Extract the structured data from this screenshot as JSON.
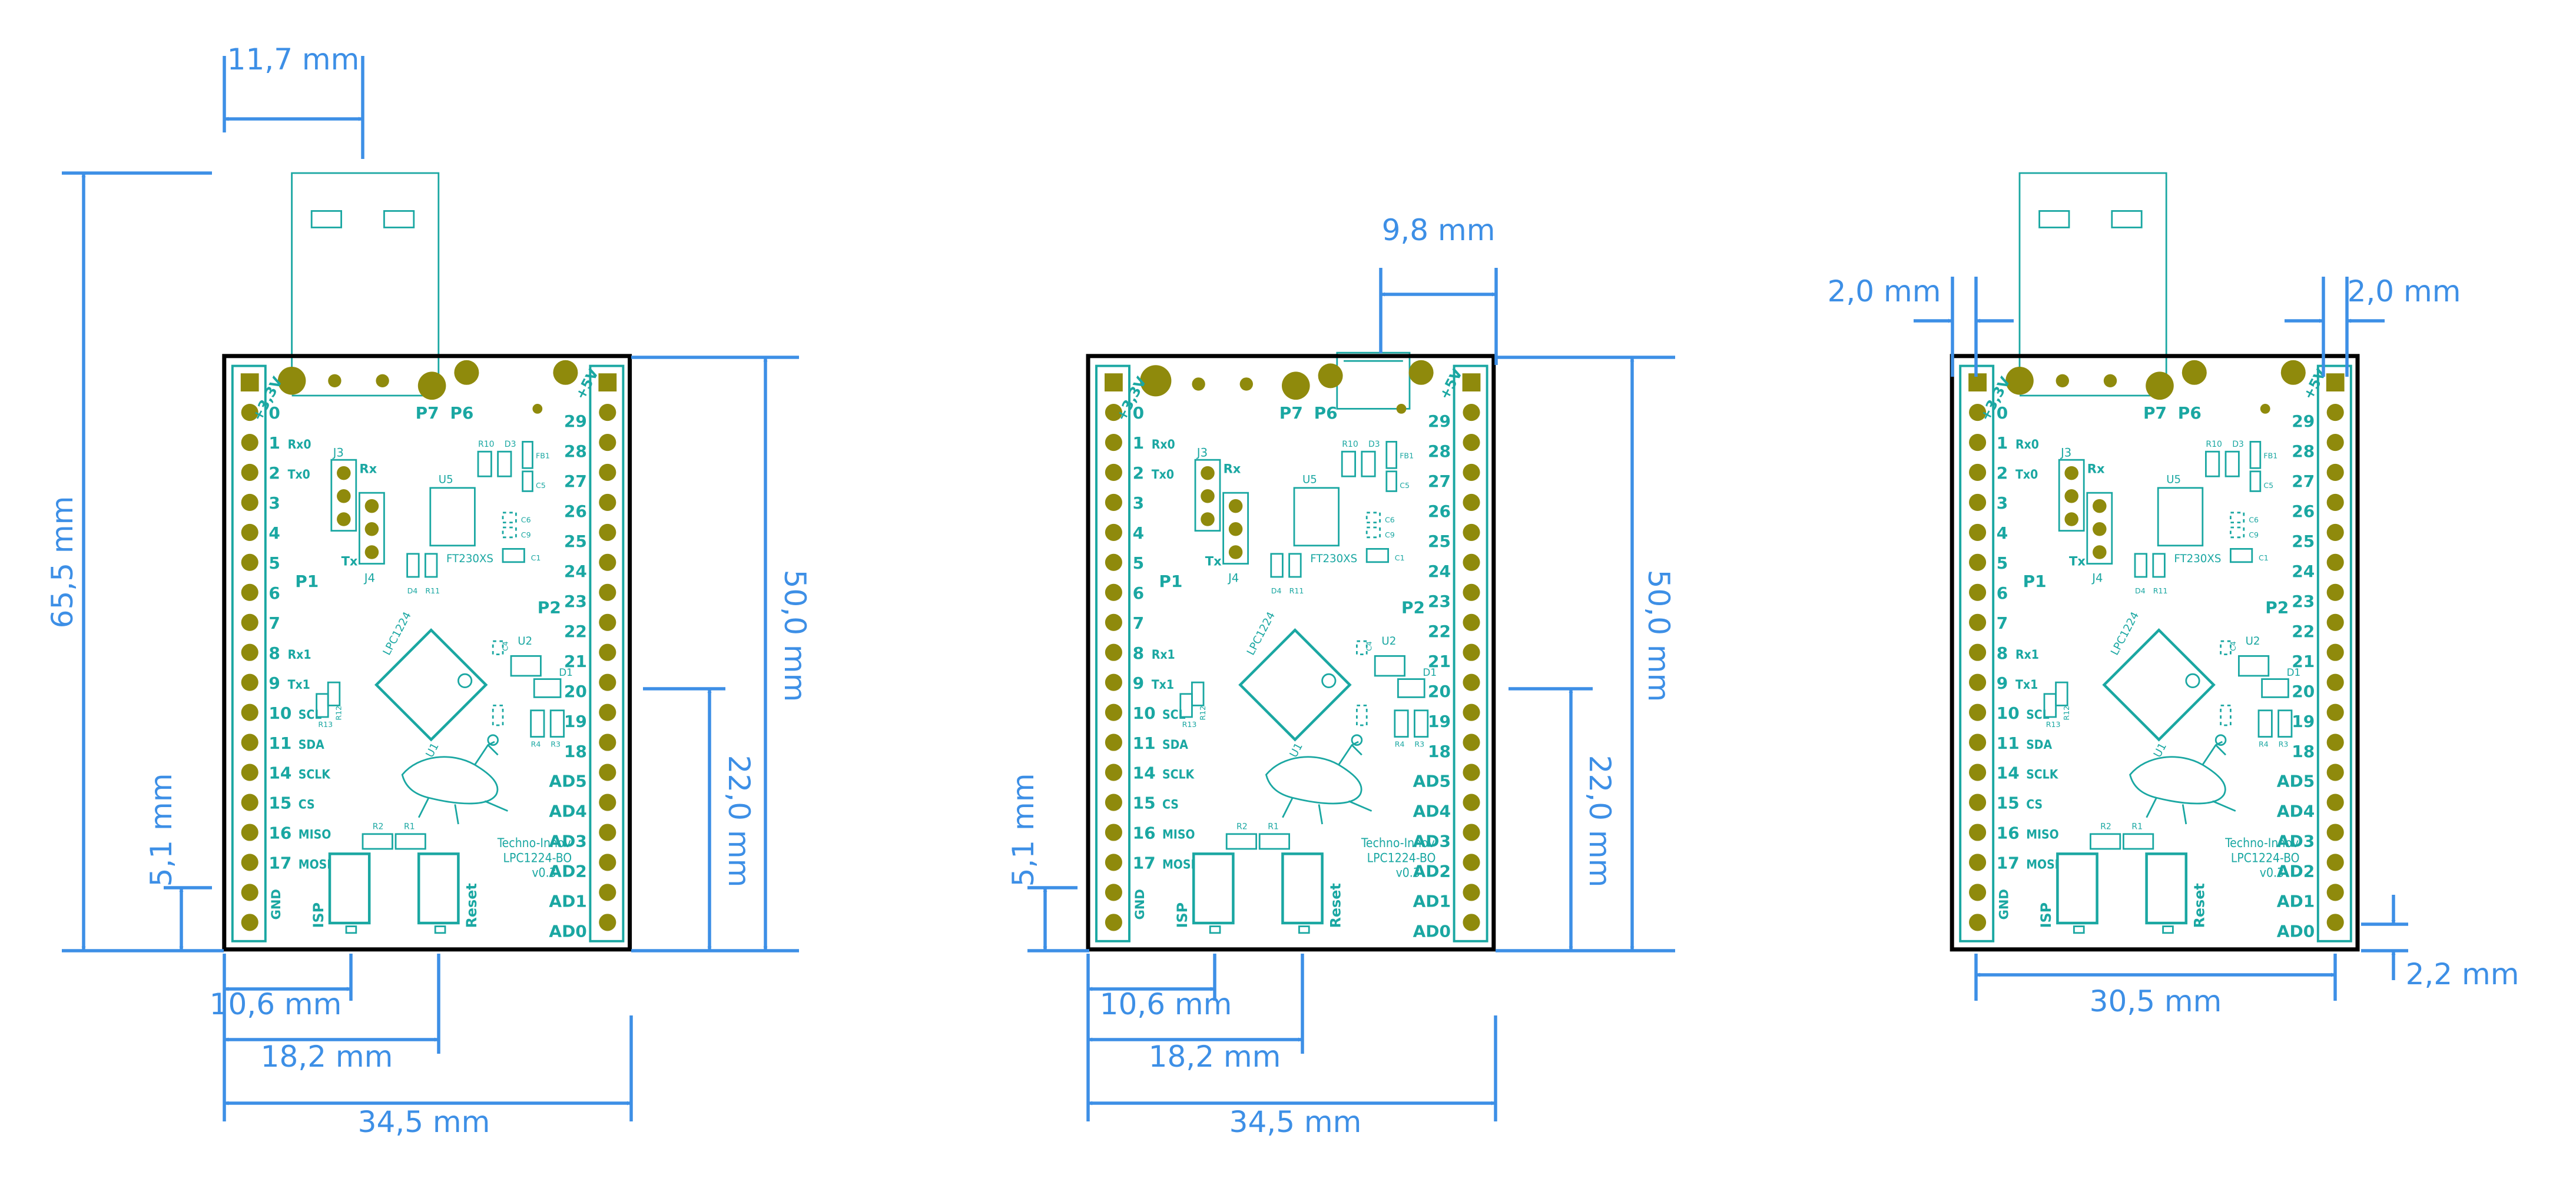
{
  "colors": {
    "dim": "#3d8fe6",
    "silk": "#1aa7a2",
    "pad": "#8f8a0c",
    "outline": "#000000",
    "background": "#ffffff"
  },
  "boards": [
    {
      "usb": "a",
      "header_left": [
        "0",
        "1",
        "2",
        "3",
        "4",
        "5",
        "6",
        "7",
        "8",
        "9",
        "10",
        "11",
        "14",
        "15",
        "16",
        "17"
      ],
      "header_left_funcs": [
        "",
        "Rx0",
        "Tx0",
        "",
        "",
        "",
        "",
        "",
        "Rx1",
        "Tx1",
        "SCL",
        "SDA",
        "SCLK",
        "CS",
        "MISO",
        "MOSI"
      ],
      "header_right": [
        "29",
        "28",
        "27",
        "26",
        "25",
        "24",
        "23",
        "22",
        "21",
        "20",
        "19",
        "18",
        "AD5",
        "AD4",
        "AD3",
        "AD2",
        "AD1",
        "AD0"
      ],
      "silk_labels": {
        "p1": "P1",
        "p2": "P2",
        "p6": "P6",
        "p7": "P7",
        "p3v3": "+3,3V",
        "p5v": "+5V",
        "gnd": "GND",
        "isp": "ISP",
        "reset": "Reset",
        "j3": "J3",
        "j4": "J4",
        "rx": "Rx",
        "tx": "Tx",
        "u1": "U1",
        "u2": "U2",
        "u5": "U5",
        "chip": "LPC1224",
        "ftdi": "FT230XS",
        "r1": "R1",
        "r2": "R2",
        "r3": "R3",
        "r4": "R4",
        "r10": "R10",
        "r11": "R11",
        "r12": "R12",
        "r13": "R13",
        "d1": "D1",
        "d3": "D3",
        "d4": "D4",
        "c1": "C1",
        "c4": "C4",
        "c5": "C5",
        "c6": "C6",
        "c9": "C9",
        "fb1": "FB1",
        "brand1": "Techno-Innov",
        "brand2": "LPC1224-BO",
        "brand3": "v0.3"
      },
      "dims": [
        "11,7 mm",
        "65,5 mm",
        "5,1 mm",
        "10,6 mm",
        "18,2 mm",
        "34,5 mm",
        "50,0 mm",
        "22,0 mm"
      ]
    },
    {
      "usb": "micro",
      "silk_labels": {},
      "dims": [
        "9,8 mm",
        "5,1 mm",
        "10,6 mm",
        "18,2 mm",
        "34,5 mm",
        "50,0 mm",
        "22,0 mm"
      ]
    },
    {
      "usb": "a",
      "silk_labels": {},
      "dims": [
        "2,0 mm",
        "2,0 mm",
        "30,5 mm",
        "2,2 mm"
      ]
    }
  ]
}
